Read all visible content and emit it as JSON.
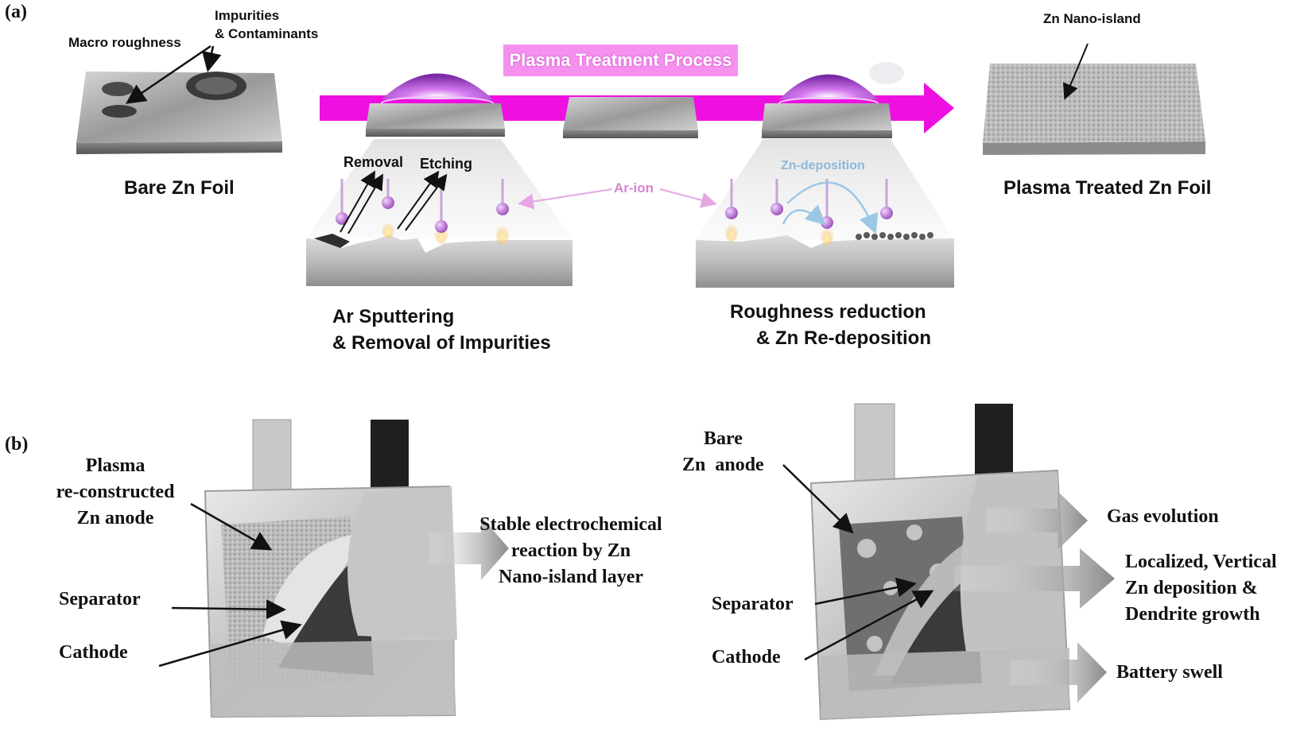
{
  "panel_a": {
    "label": "(a)",
    "banner": "Plasma Treatment Process",
    "bare_foil": {
      "title": "Bare Zn Foil",
      "macro_roughness": "Macro roughness",
      "impurities_line1": "Impurities",
      "impurities_line2": "& Contaminants"
    },
    "sputter": {
      "removal": "Removal",
      "etching": "Etching",
      "title_line1": "Ar Sputtering",
      "title_line2": "& Removal of Impurities"
    },
    "ar_ion": "Ar-ion",
    "redeposit": {
      "zn_deposition": "Zn-deposition",
      "title_line1": "Roughness reduction",
      "title_line2": "& Zn Re-deposition"
    },
    "treated_foil": {
      "title": "Plasma Treated Zn Foil",
      "nano_island": "Zn Nano-island"
    }
  },
  "panel_b": {
    "label": "(b)",
    "left": {
      "anode_line1": "Plasma",
      "anode_line2": "re-constructed",
      "anode_line3": "Zn anode",
      "separator": "Separator",
      "cathode": "Cathode",
      "result_line1": "Stable electrochemical",
      "result_line2": "reaction by Zn",
      "result_line3": "Nano-island layer"
    },
    "right": {
      "anode_line1": "Bare",
      "anode_line2": "Zn  anode",
      "separator": "Separator",
      "cathode": "Cathode",
      "gas": "Gas evolution",
      "localized_line1": "Localized, Vertical",
      "localized_line2": "Zn deposition &",
      "localized_line3": "Dendrite growth",
      "swell": "Battery swell"
    }
  },
  "colors": {
    "plasma_magenta": "#ee10e0",
    "banner_pink": "#f590ef",
    "metal": "#a8a8a8",
    "ion_purple": "#b066c8"
  }
}
